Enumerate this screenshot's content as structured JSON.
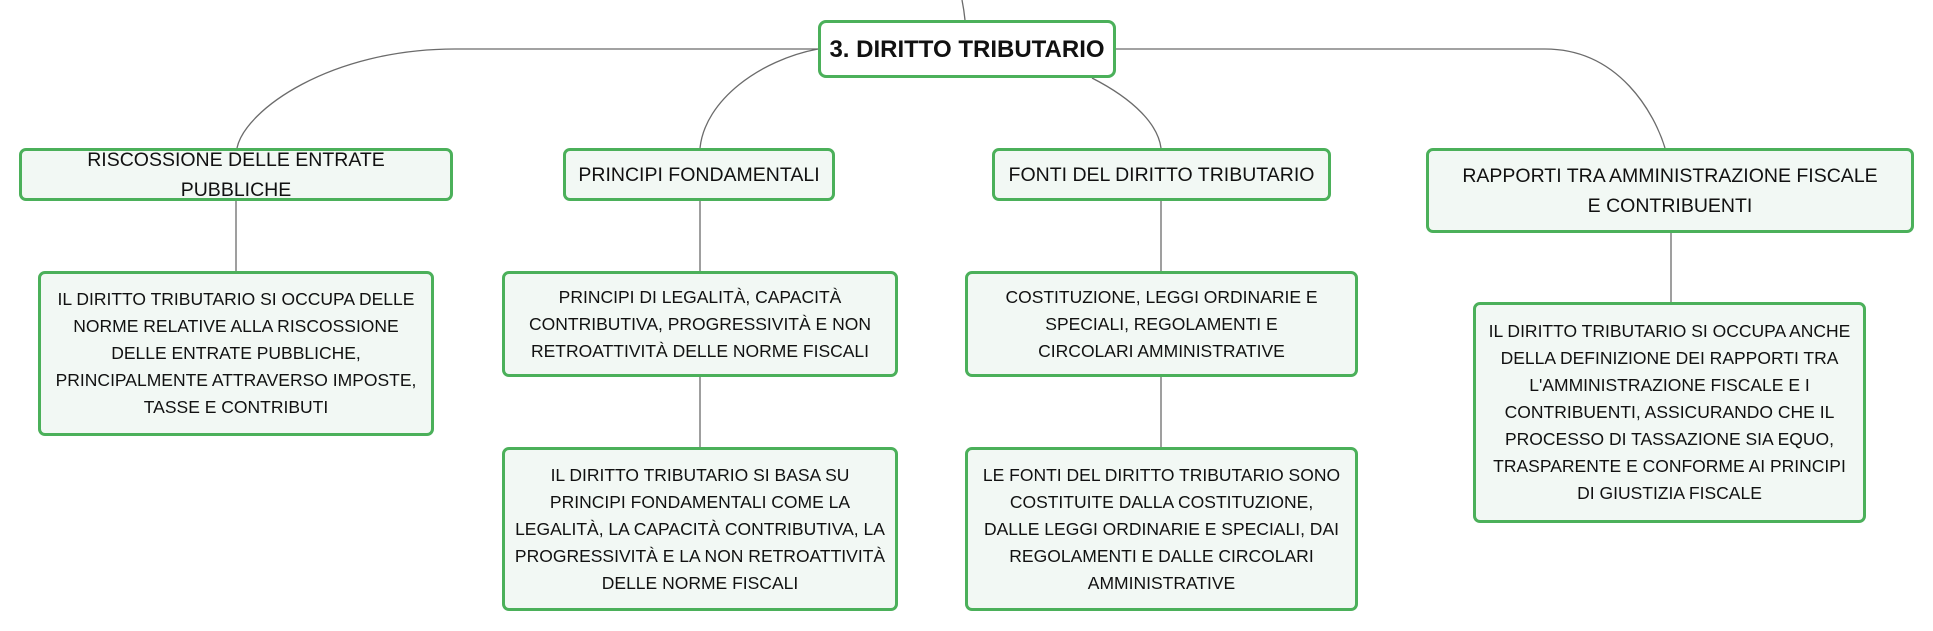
{
  "root": {
    "label": "3. DIRITTO TRIBUTARIO"
  },
  "colors": {
    "border": "#4bb05a",
    "fill": "#f2f8f4",
    "line": "#6b6b6b",
    "text": "#111111"
  },
  "branches": [
    {
      "label": "RISCOSSIONE DELLE ENTRATE PUBBLICHE",
      "children": [
        "IL DIRITTO TRIBUTARIO SI OCCUPA DELLE NORME RELATIVE ALLA RISCOSSIONE DELLE ENTRATE PUBBLICHE, PRINCIPALMENTE ATTRAVERSO IMPOSTE, TASSE E CONTRIBUTI"
      ]
    },
    {
      "label": "PRINCIPI FONDAMENTALI",
      "children": [
        "PRINCIPI DI LEGALITÀ, CAPACITÀ CONTRIBUTIVA, PROGRESSIVITÀ E NON RETROATTIVITÀ DELLE NORME FISCALI",
        "IL DIRITTO TRIBUTARIO SI BASA SU PRINCIPI FONDAMENTALI COME LA LEGALITÀ, LA CAPACITÀ CONTRIBUTIVA, LA PROGRESSIVITÀ E LA NON RETROATTIVITÀ DELLE NORME FISCALI"
      ]
    },
    {
      "label": "FONTI DEL DIRITTO TRIBUTARIO",
      "children": [
        "COSTITUZIONE, LEGGI ORDINARIE E SPECIALI, REGOLAMENTI E CIRCOLARI AMMINISTRATIVE",
        "LE FONTI DEL DIRITTO TRIBUTARIO SONO COSTITUITE DALLA COSTITUZIONE, DALLE LEGGI ORDINARIE E SPECIALI, DAI REGOLAMENTI E DALLE CIRCOLARI AMMINISTRATIVE"
      ]
    },
    {
      "label": "RAPPORTI TRA AMMINISTRAZIONE FISCALE E CONTRIBUENTI",
      "children": [
        "IL DIRITTO TRIBUTARIO SI OCCUPA ANCHE DELLA DEFINIZIONE DEI RAPPORTI TRA L'AMMINISTRAZIONE FISCALE E I CONTRIBUENTI, ASSICURANDO CHE IL PROCESSO DI TASSAZIONE SIA EQUO, TRASPARENTE E CONFORME AI PRINCIPI DI GIUSTIZIA FISCALE"
      ]
    }
  ]
}
